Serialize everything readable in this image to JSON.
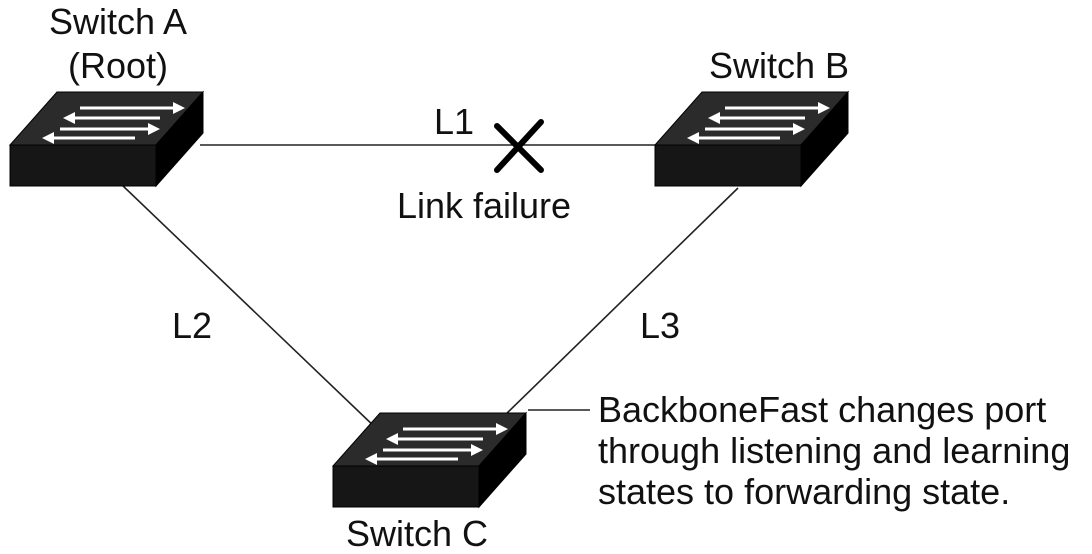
{
  "switches": {
    "a": {
      "name": "Switch A",
      "role": "(Root)",
      "icon": "network-switch-icon"
    },
    "b": {
      "name": "Switch B",
      "icon": "network-switch-icon"
    },
    "c": {
      "name": "Switch C",
      "icon": "network-switch-icon"
    }
  },
  "links": {
    "l1": {
      "label": "L1",
      "status": "Link failure",
      "failure_icon": "x-mark-icon"
    },
    "l2": {
      "label": "L2"
    },
    "l3": {
      "label": "L3"
    }
  },
  "note": {
    "lines": [
      "BackboneFast changes port",
      "through listening and learning",
      "states to forwarding state."
    ]
  },
  "colors": {
    "switch_top": "#2b2b2b",
    "switch_front": "#161616",
    "switch_side": "#000000",
    "arrows": "#ffffff",
    "lines": "#222222"
  }
}
